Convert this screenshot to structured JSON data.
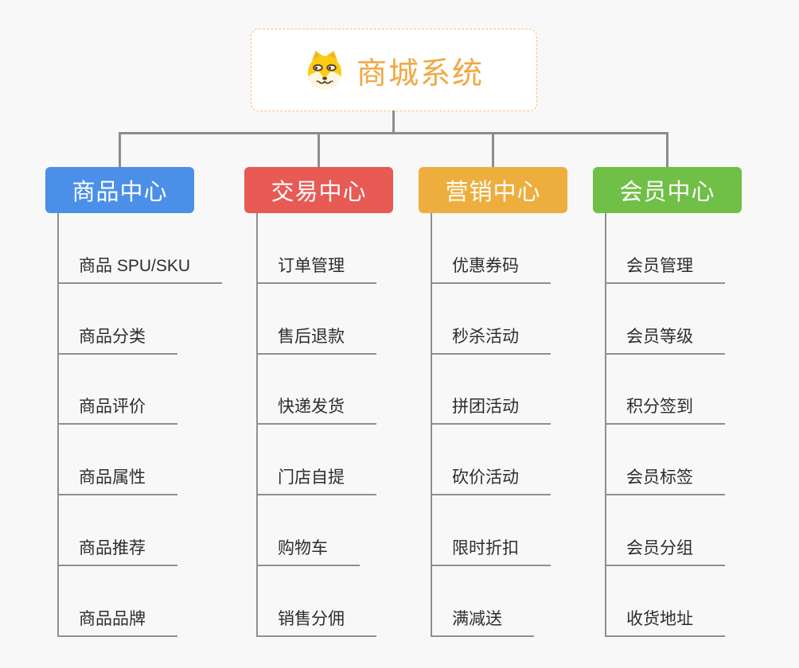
{
  "root": {
    "title": "商城系统",
    "icon": "shiba-dog-icon",
    "title_color": "#f0a843",
    "border_color": "#f3c36f"
  },
  "canvas": {
    "background_color": "#f8f8f8",
    "connector_color": "#8d8d8d"
  },
  "branches": [
    {
      "label": "商品中心",
      "color": "#4b90e8",
      "items": [
        "商品 SPU/SKU",
        "商品分类",
        "商品评价",
        "商品属性",
        "商品推荐",
        "商品品牌"
      ]
    },
    {
      "label": "交易中心",
      "color": "#e85a54",
      "items": [
        "订单管理",
        "售后退款",
        "快递发货",
        "门店自提",
        "购物车",
        "销售分佣"
      ]
    },
    {
      "label": "营销中心",
      "color": "#edae3d",
      "items": [
        "优惠券码",
        "秒杀活动",
        "拼团活动",
        "砍价活动",
        "限时折扣",
        "满减送"
      ]
    },
    {
      "label": "会员中心",
      "color": "#70bf46",
      "items": [
        "会员管理",
        "会员等级",
        "积分签到",
        "会员标签",
        "会员分组",
        "收货地址"
      ]
    }
  ]
}
